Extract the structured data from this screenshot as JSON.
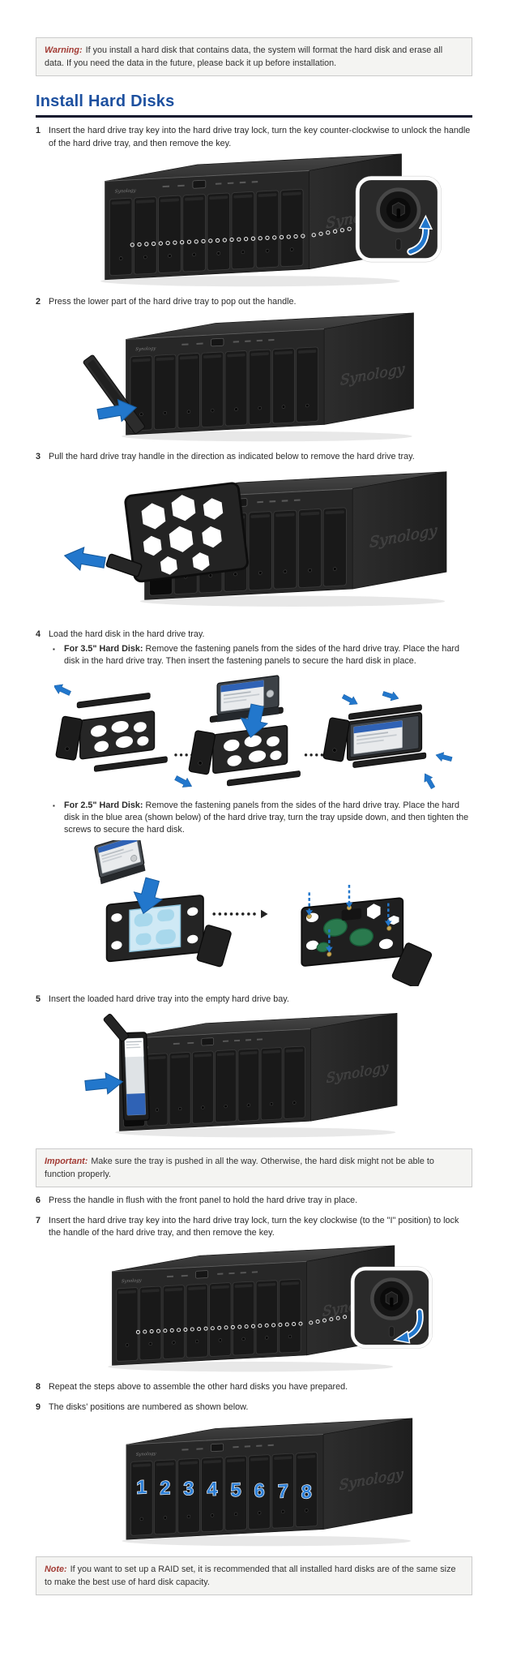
{
  "theme": {
    "heading_color": "#1d509f",
    "rule_color": "#10172e",
    "box_label_color": "#a33c35",
    "arrow_blue": "#2277cc",
    "bay_number_blue": "#2d7fd6",
    "box_background": "#f4f4f2"
  },
  "warning_box": {
    "label": "Warning:",
    "text": "If you install a hard disk that contains data, the system will format the hard disk and erase all data. If you need the data in the future, please back it up before installation."
  },
  "heading": {
    "title": "Install Hard Disks"
  },
  "steps": [
    {
      "num": "1",
      "text": "Insert the hard drive tray key into the hard drive tray lock, turn the key counter-clockwise to unlock the handle of the hard drive tray, and then remove the key."
    },
    {
      "num": "2",
      "text": "Press the lower part of the hard drive tray to pop out the handle."
    },
    {
      "num": "3",
      "text": "Pull the hard drive tray handle in the direction as indicated below to remove the hard drive tray."
    },
    {
      "num": "4",
      "text": "Load the hard disk in the hard drive tray.",
      "bullets": [
        {
          "bold": "For 3.5\" Hard Disk:",
          "text": "Remove the fastening panels from the sides of the hard drive tray. Place the hard disk in the hard drive tray. Then insert the fastening panels to secure the hard disk in place."
        },
        {
          "bold": "For 2.5\" Hard Disk:",
          "text": "Remove the fastening panels from the sides of the hard drive tray. Place the hard disk in the blue area (shown below) of the hard drive tray, turn the tray upside down, and then tighten the screws to secure the hard disk."
        }
      ]
    },
    {
      "num": "5",
      "text": "Insert the loaded hard drive tray into the empty hard drive bay."
    },
    {
      "num": "6",
      "text": "Press the handle in flush with the front panel to hold the hard drive tray in place."
    },
    {
      "num": "7",
      "text": "Insert the hard drive tray key into the hard drive tray lock, turn the key clockwise (to the \"I\" position) to lock the handle of the hard drive tray, and then remove the key."
    },
    {
      "num": "8",
      "text": "Repeat the steps above to assemble the other hard disks you have prepared."
    },
    {
      "num": "9",
      "text": "The disks' positions are numbered as shown below."
    }
  ],
  "important_box": {
    "label": "Important:",
    "text": "Make sure the tray is pushed in all the way. Otherwise, the hard disk might not be able to function properly."
  },
  "note_box": {
    "label": "Note:",
    "text": "If you want to set up a RAID set, it is recommended that all installed hard disks are of the same size to make the best use of hard disk capacity."
  },
  "list": {
    "bullet_marker": "▪"
  },
  "figures": {
    "device_logo": "Synology",
    "bay_numbers": [
      "1",
      "2",
      "3",
      "4",
      "5",
      "6",
      "7",
      "8"
    ]
  }
}
